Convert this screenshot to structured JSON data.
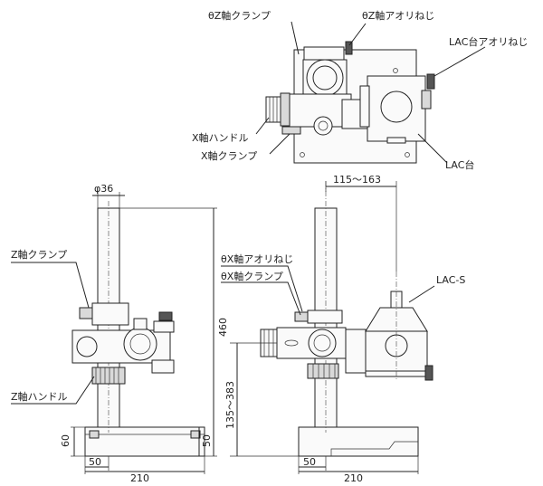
{
  "labels": {
    "theta_z_clamp": "θZ軸クランプ",
    "theta_z_tilt_screw": "θZ軸アオリねじ",
    "lac_stage_tilt_screw": "LAC台アオリねじ",
    "x_handle": "X軸ハンドル",
    "x_clamp": "X軸クランプ",
    "lac_stage": "LAC台",
    "z_clamp": "Z軸クランプ",
    "z_handle": "Z軸ハンドル",
    "theta_x_tilt_screw": "θX軸アオリねじ",
    "theta_x_clamp": "θX軸クランプ",
    "lac_s": "LAC-S"
  },
  "dimensions": {
    "column_diameter": "φ36",
    "total_height": "460",
    "base_height_left": "60",
    "base_height_right": "50",
    "offset_left": "50",
    "base_width_left": "210",
    "offset_right": "50",
    "base_width_right": "210",
    "reach": "115〜163",
    "working_height": "135〜383"
  }
}
